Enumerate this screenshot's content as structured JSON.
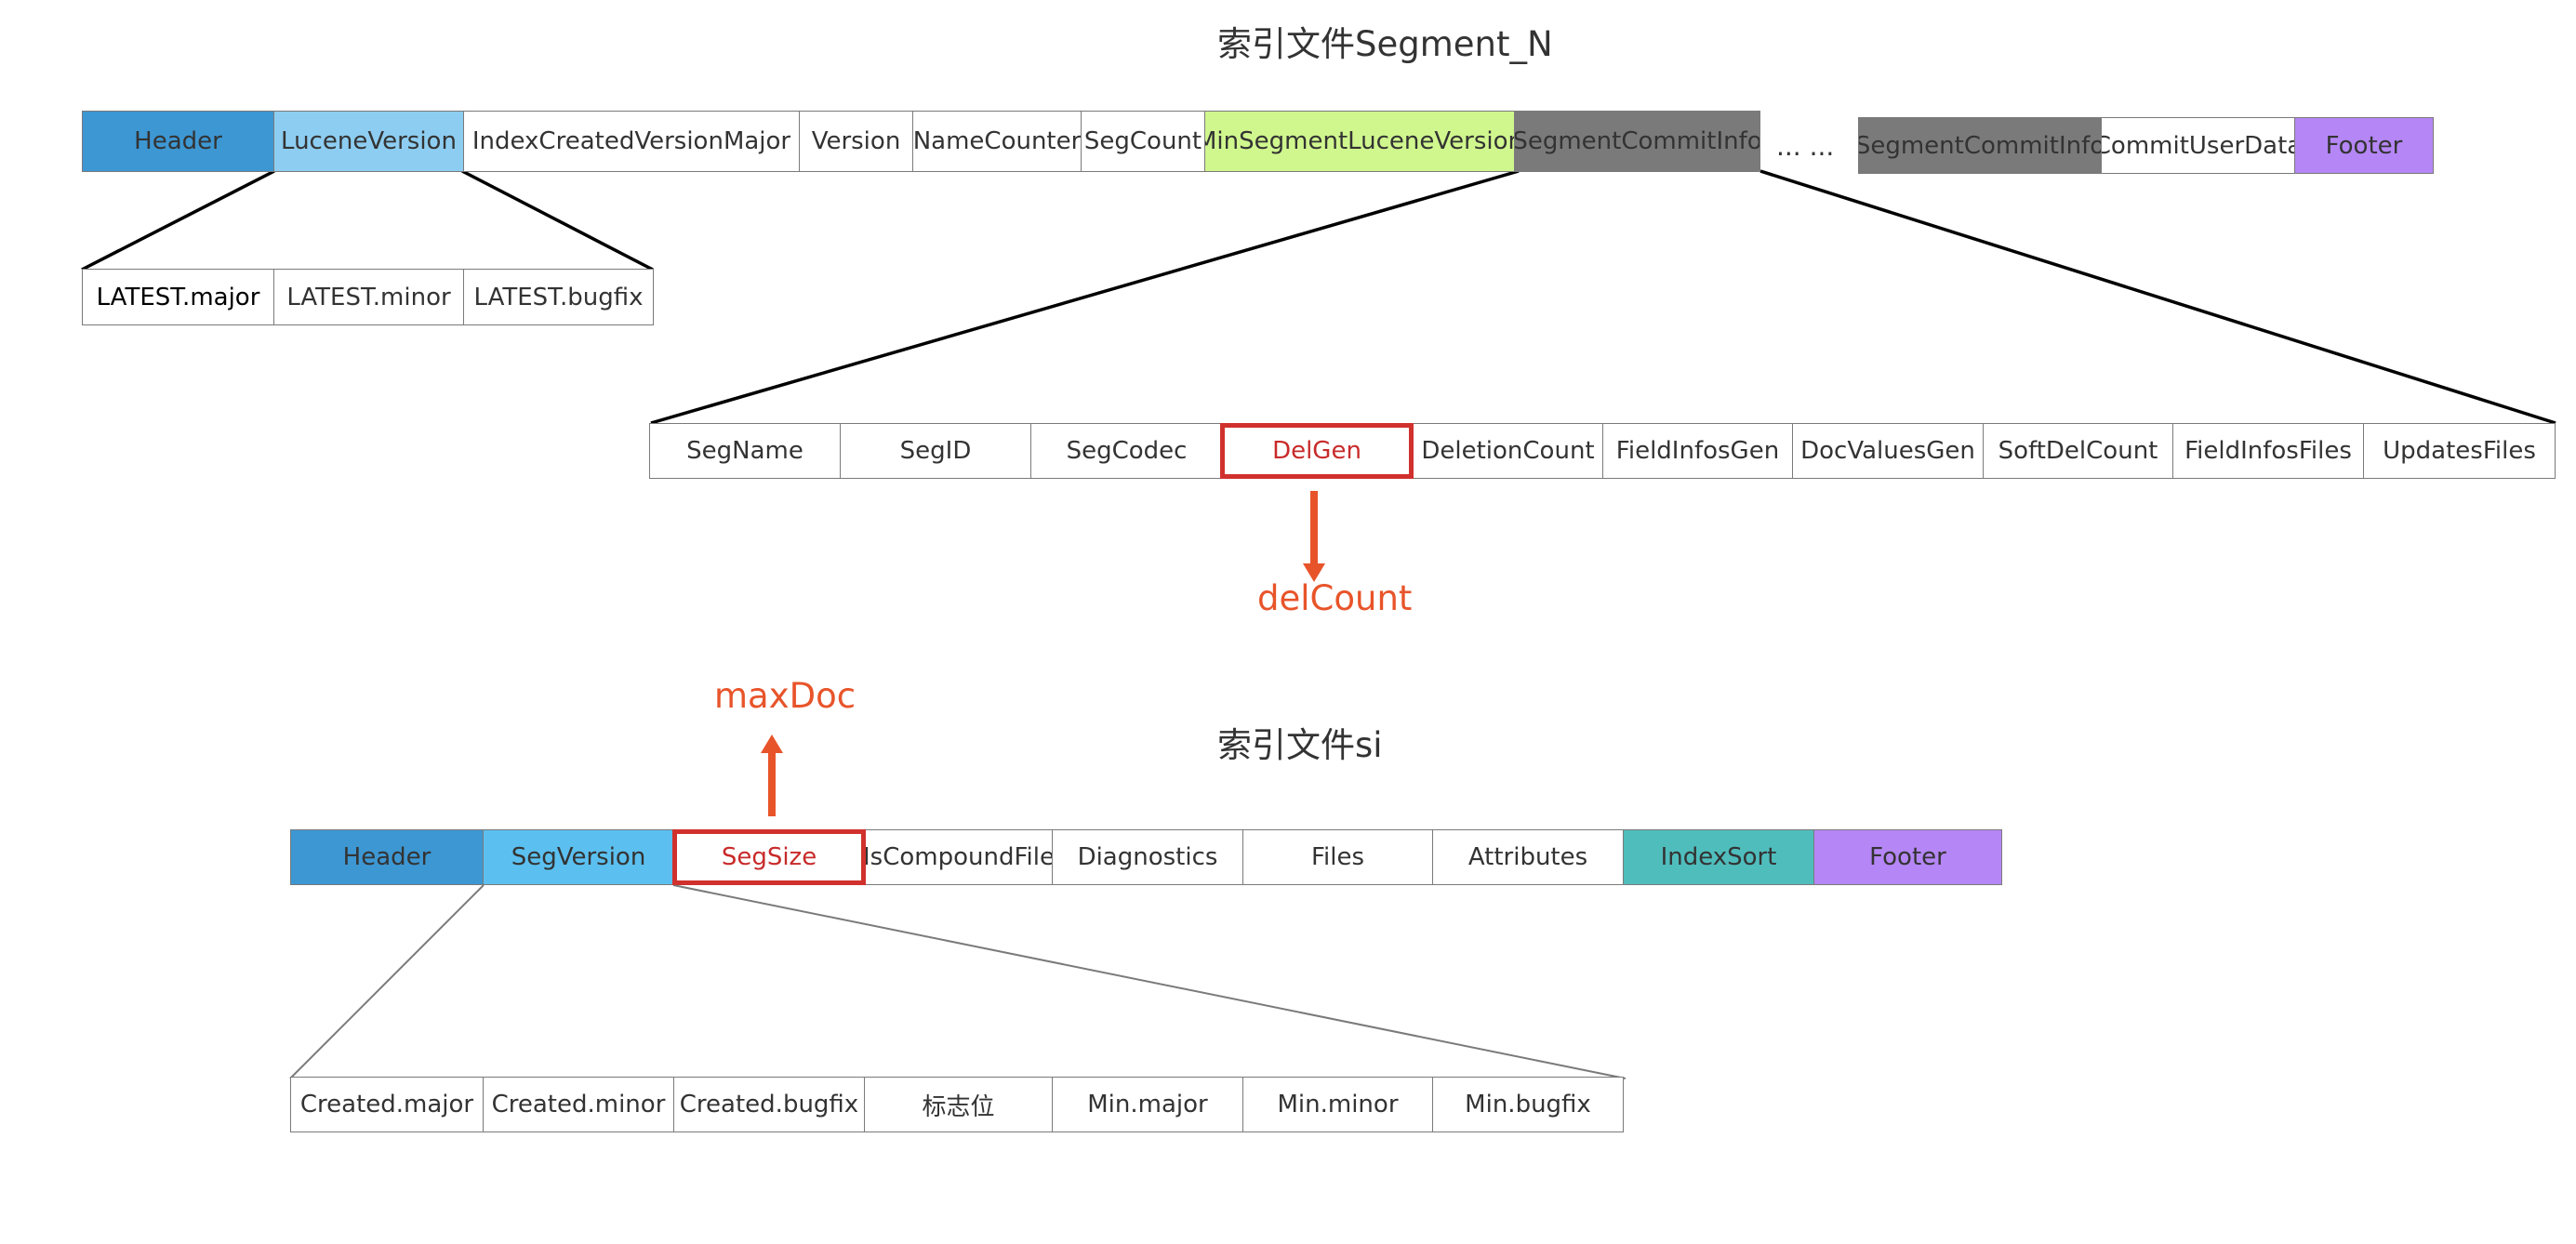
{
  "title_segment_n": "索引文件Segment_N",
  "title_si": "索引文件si",
  "segment_n_row1": [
    "Header",
    "LuceneVersion",
    "IndexCreatedVersionMajor",
    "Version",
    "NameCounter",
    "SegCount",
    "MinSegmentLuceneVersion",
    "SegmentCommitInfo"
  ],
  "ellipsis": "... ...",
  "segment_n_row2": [
    "SegmentCommitInfo",
    "CommitUserData",
    "Footer"
  ],
  "lucene_version_row": [
    "LATEST.major",
    "LATEST.minor",
    "LATEST.bugfix"
  ],
  "segment_commit_info_row": [
    "SegName",
    "SegID",
    "SegCodec",
    "DelGen",
    "DeletionCount",
    "FieldInfosGen",
    "DocValuesGen",
    "SoftDelCount",
    "FieldInfosFiles",
    "UpdatesFiles"
  ],
  "delcount_note": "delCount",
  "maxdoc_note": "maxDoc",
  "si_row": [
    "Header",
    "SegVersion",
    "SegSize",
    "IsCompoundFile",
    "Diagnostics",
    "Files",
    "Attributes",
    "IndexSort",
    "Footer"
  ],
  "segversion_row": [
    "Created.major",
    "Created.minor",
    "Created.bugfix",
    "标志位",
    "Min.major",
    "Min.minor",
    "Min.bugfix"
  ],
  "colors": {
    "header": "#3d97d3",
    "lucene_version": "#8dcdf1",
    "seg_version": "#5bc0f0",
    "min_segment_lucene_version": "#d0f78e",
    "segment_commit_info": "#7a7a7a",
    "footer": "#b586f5",
    "index_sort": "#50bdbd",
    "highlight": "#d0312d",
    "annotation": "#e8542a"
  }
}
